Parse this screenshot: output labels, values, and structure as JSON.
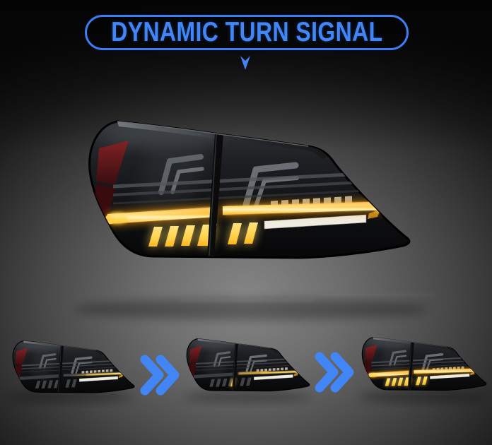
{
  "banner": {
    "title": "DYNAMIC TURN SIGNAL",
    "accent_color": "#4285f4",
    "pointer_icon": "down-arrow"
  },
  "hero_image": {
    "alt": "Smoked LED tail lamp with amber dynamic turn signal fully illuminated"
  },
  "sequence": {
    "arrow_icon": "double-chevron-right",
    "arrow_color": "#4285f4",
    "frames": [
      {
        "alt": "Turn signal sweep stage 1"
      },
      {
        "alt": "Turn signal sweep stage 2"
      },
      {
        "alt": "Turn signal sweep stage 3"
      }
    ]
  },
  "colors": {
    "signal_amber": "#ffb41e",
    "background": "#0a0a0a"
  }
}
